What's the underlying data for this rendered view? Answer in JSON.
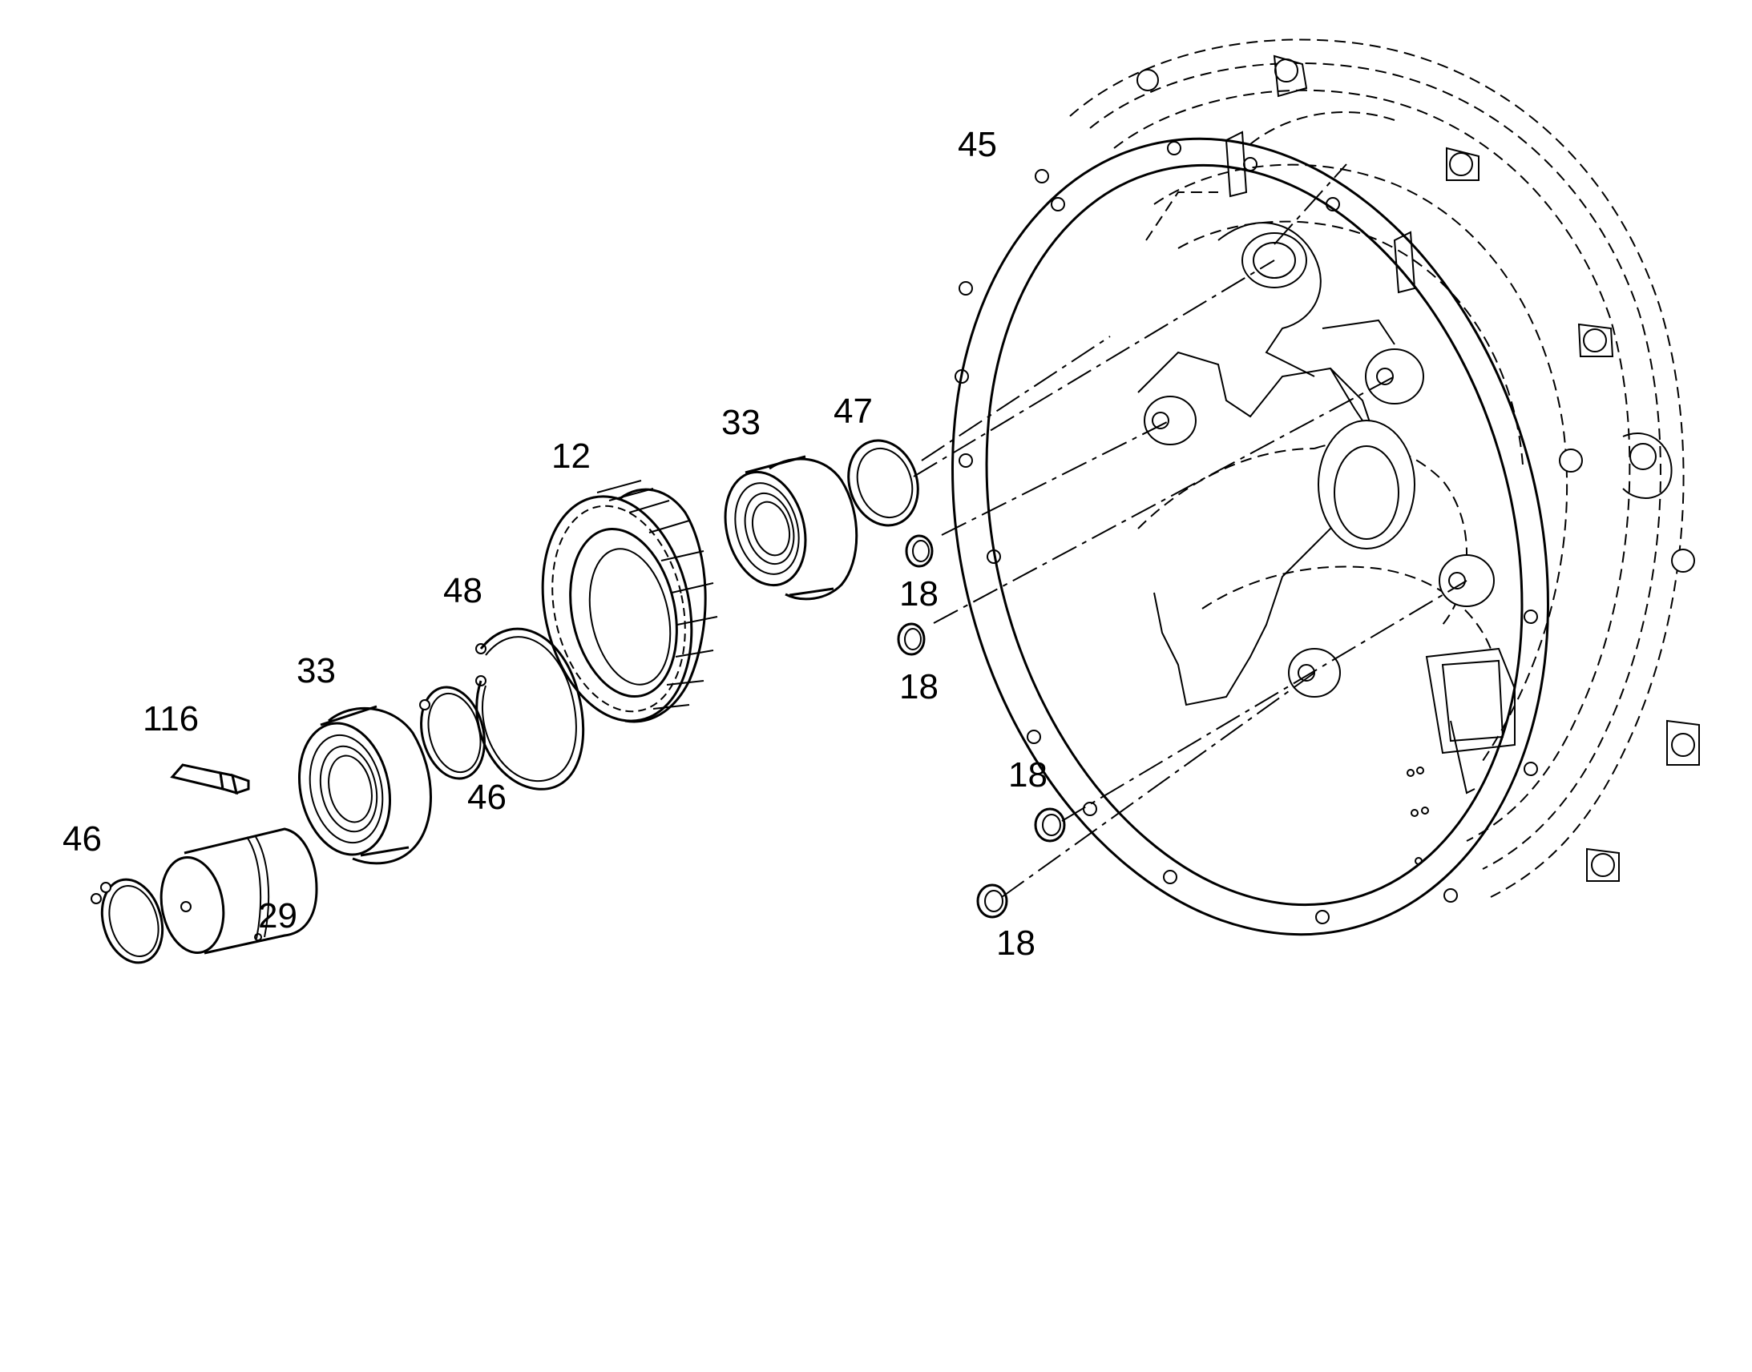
{
  "callouts": {
    "housing": "45",
    "oring_upper_a": "18",
    "oring_upper_b": "18",
    "oring_lower_a": "18",
    "oring_lower_b": "18",
    "bearing_right": "33",
    "shim": "47",
    "gear": "12",
    "retaining_ring_large": "48",
    "bearing_left": "33",
    "snap_ring_mid": "46",
    "sealant": "116",
    "snap_ring_left": "46",
    "shaft": "29"
  },
  "colors": {
    "line": "#000000",
    "background": "#ffffff"
  }
}
